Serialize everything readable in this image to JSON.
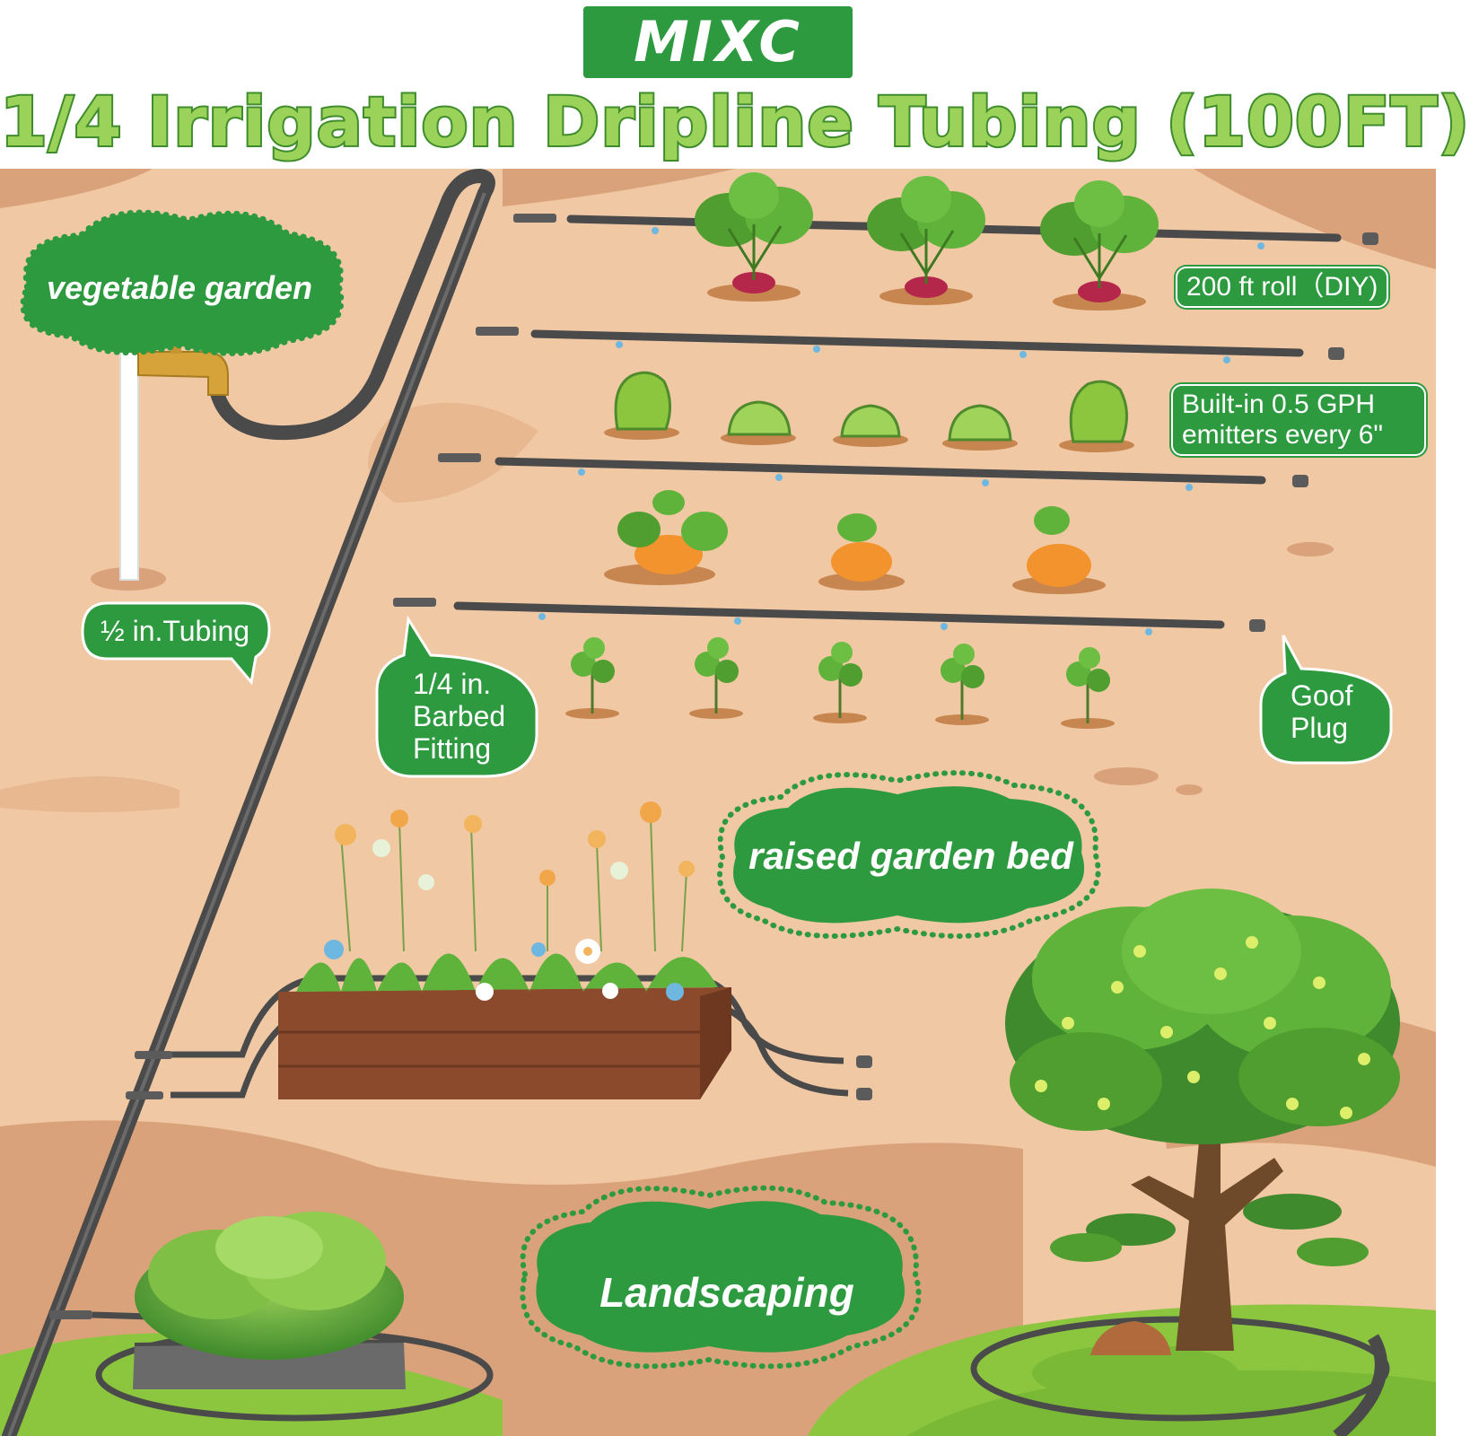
{
  "brand": {
    "logo": "MIXC"
  },
  "title": "1/4 Irrigation Dripline Tubing (100FT)",
  "labels": {
    "vegetable_garden": "vegetable garden",
    "half_inch_tubing": "½ in.Tubing",
    "roll": "200 ft roll（DIY)",
    "emitters": "Built-in 0.5 GPH emitters every 6\"",
    "barbed_fitting": "1/4 in. Barbed Fitting",
    "goof_plug": "Goof Plug",
    "raised_bed": "raised garden bed",
    "landscaping": "Landscaping"
  },
  "colors": {
    "brand_green": "#2e9a3f",
    "title_fill": "#9bd35a",
    "title_outline": "#3e8c2c",
    "soil": "#f0c8a4",
    "soil_dark": "#d9a27a",
    "tubing": "#4a4a4a",
    "lawn": "#8cc63f"
  },
  "icons": [
    "faucet-icon",
    "barbed-fitting-icon",
    "goof-plug-icon",
    "emitter-drip-icon",
    "beet-plant-icon",
    "lettuce-icon",
    "pumpkin-icon",
    "seedling-icon",
    "flower-icon",
    "tree-icon",
    "shrub-icon"
  ]
}
